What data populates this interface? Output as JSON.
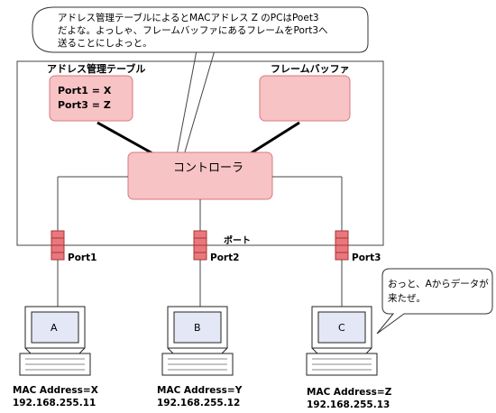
{
  "bubbles": {
    "controller_thought": [
      "アドレス管理テーブルによるとMACアドレス Z のPCはPoet3",
      "だよな。よっしゃ、フレームバッファにあるフレームをPort3へ",
      "送ることにしよっと。"
    ],
    "pc_c_speech": [
      "おっと、Aからデータが",
      "来たぜ。"
    ]
  },
  "switch": {
    "address_table_label": "アドレス管理テーブル",
    "address_table_entries": [
      "Port1 = X",
      "Port3 = Z"
    ],
    "frame_buffer_label": "フレームバッファ",
    "controller_label": "コントローラ",
    "port_label": "ポート",
    "ports": [
      "Port1",
      "Port2",
      "Port3"
    ]
  },
  "pcs": [
    {
      "name": "A",
      "mac": "MAC Address=X",
      "ip": "192.168.255.11"
    },
    {
      "name": "B",
      "mac": "MAC Address=Y",
      "ip": "192.168.255.12"
    },
    {
      "name": "C",
      "mac": "MAC Address=Z",
      "ip": "192.168.255.13"
    }
  ],
  "colors": {
    "box_fill": "#f7c3c5",
    "box_stroke": "#d97a80",
    "port_fill": "#e8787e",
    "screen_fill": "#e4e7f5"
  }
}
